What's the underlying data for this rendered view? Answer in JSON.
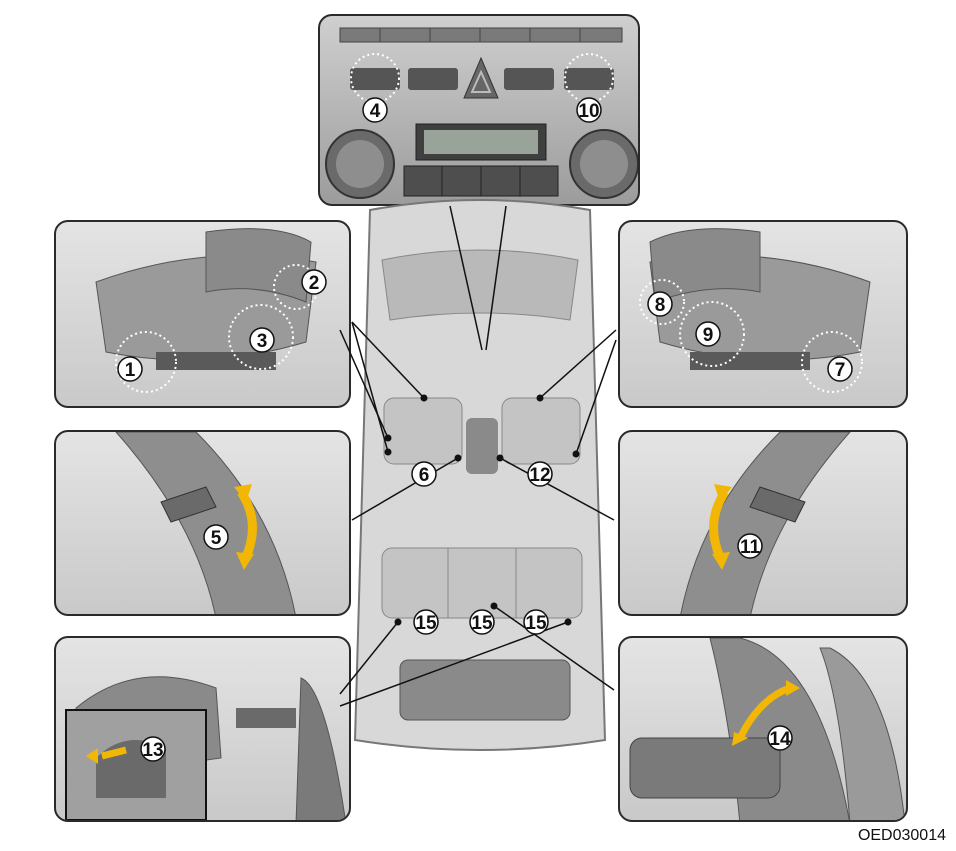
{
  "image_code": "OED030014",
  "callouts": {
    "c1": "1",
    "c2": "2",
    "c3": "3",
    "c4": "4",
    "c5": "5",
    "c6": "6",
    "c7": "7",
    "c8": "8",
    "c9": "9",
    "c10": "10",
    "c11": "11",
    "c12": "12",
    "c13": "13",
    "c14": "14",
    "c15a": "15",
    "c15b": "15",
    "c15c": "15"
  },
  "colors": {
    "arrow": "#f2b705",
    "frame": "#2a2a2a",
    "panel_bg": "#d6d6d6",
    "page_bg": "#ffffff"
  }
}
